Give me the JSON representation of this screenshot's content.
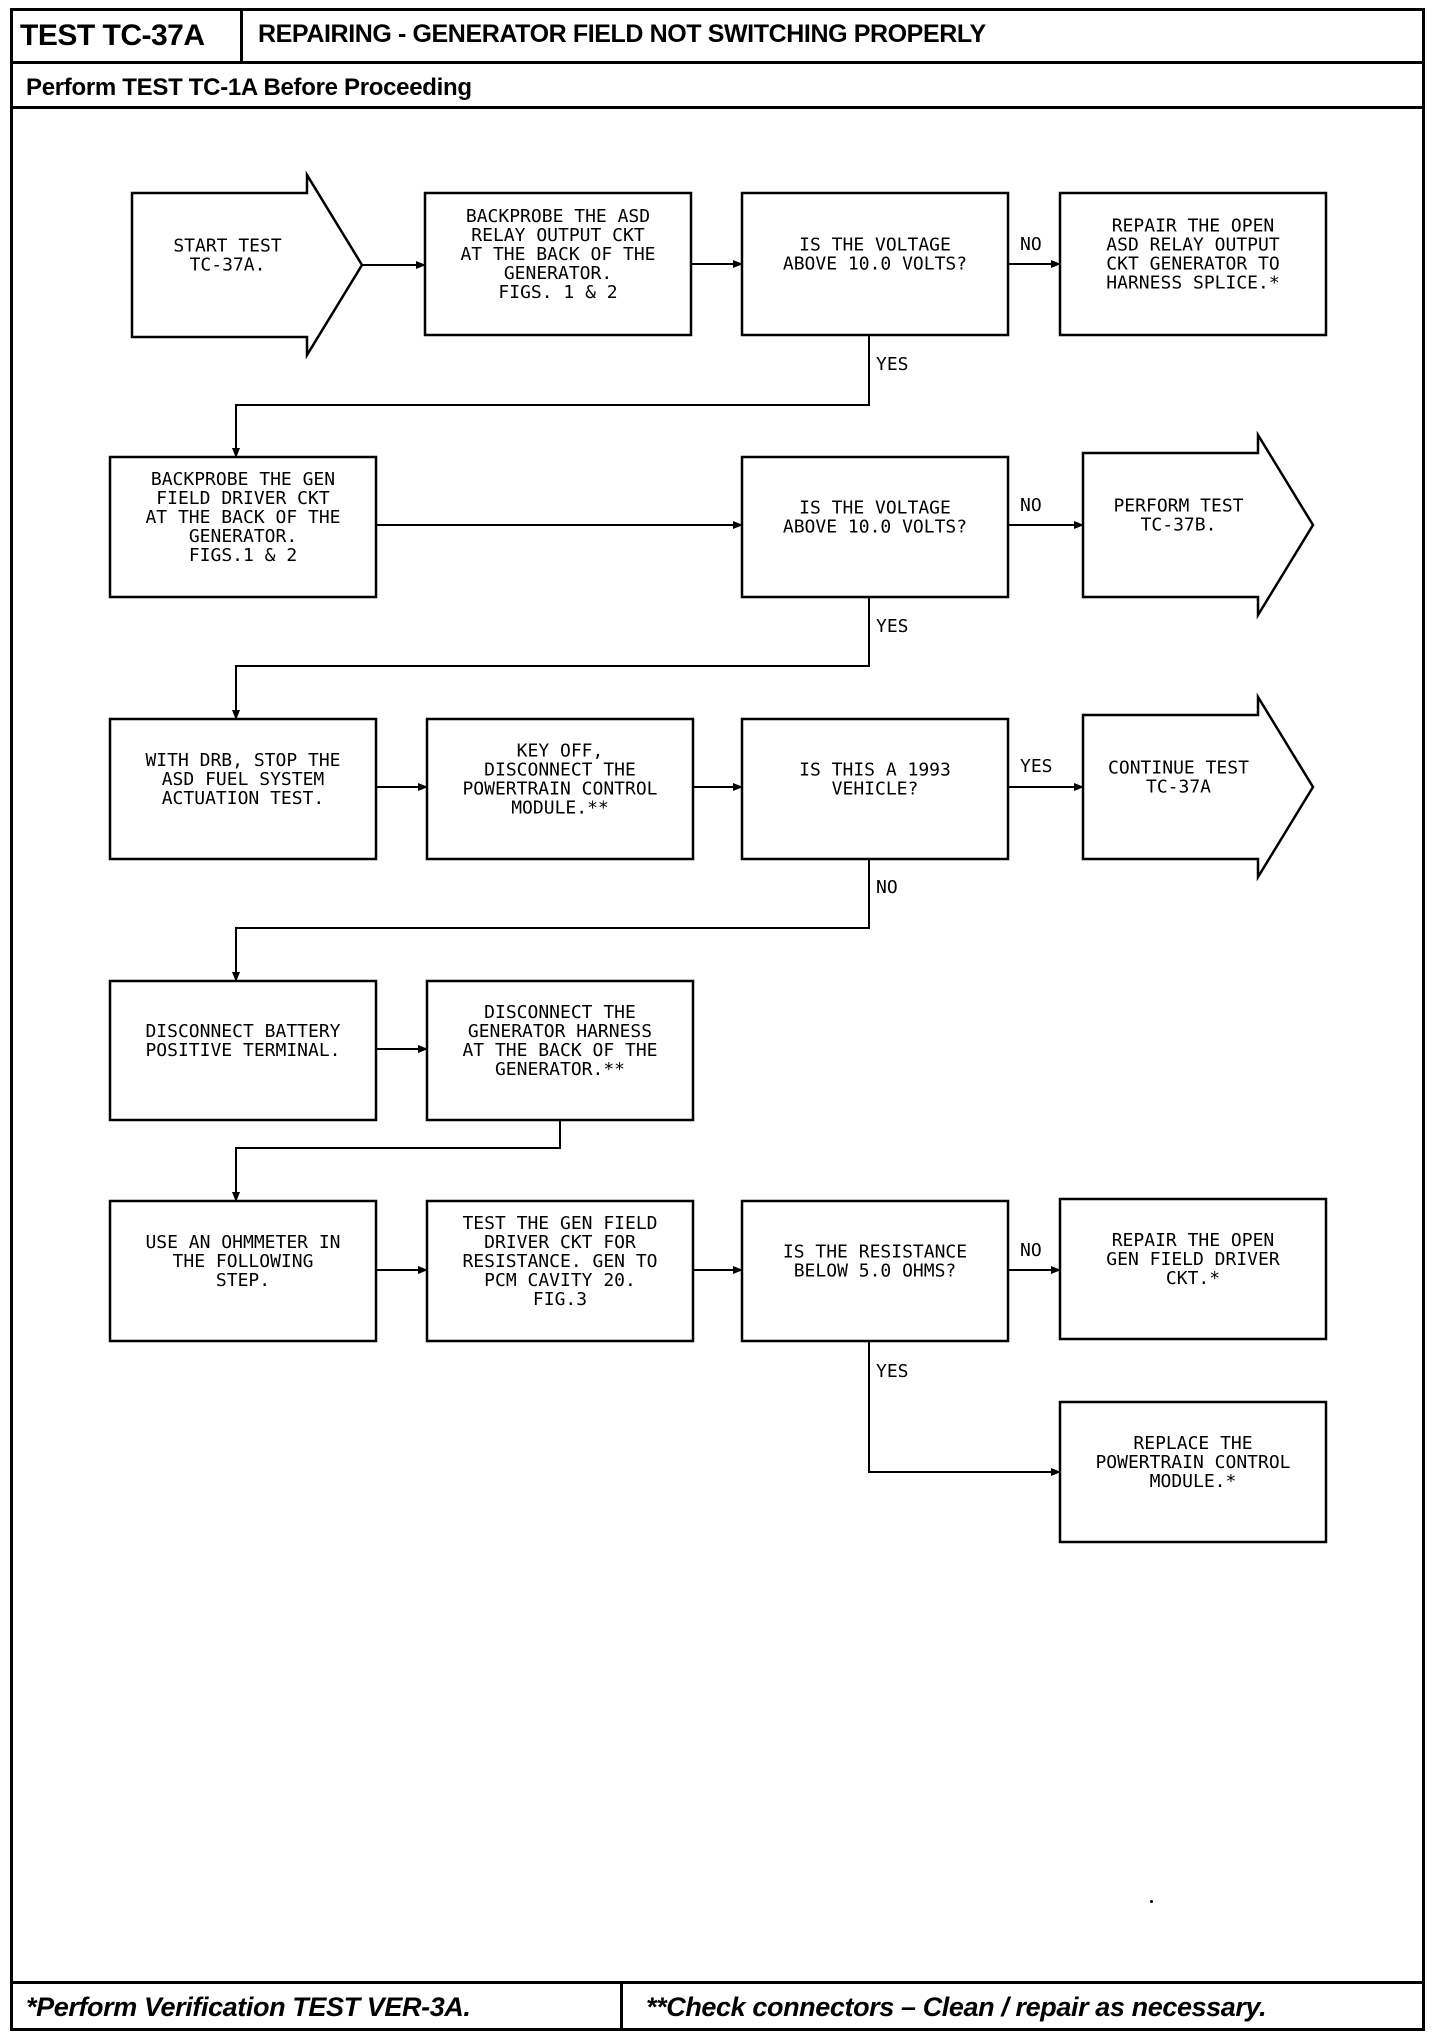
{
  "header": {
    "test_id": "TEST TC-37A",
    "title": "REPAIRING - GENERATOR FIELD NOT SWITCHING PROPERLY",
    "prerequisite": "Perform TEST TC-1A Before Proceeding"
  },
  "footer": {
    "note_single": "*Perform Verification TEST VER-3A.",
    "note_double": "**Check connectors – Clean / repair as necessary."
  },
  "flowchart": {
    "nodes": {
      "start": [
        "START TEST",
        "TC-37A."
      ],
      "backprobe_asd": [
        "BACKPROBE THE ASD",
        "RELAY OUTPUT CKT",
        "AT THE BACK OF THE",
        "GENERATOR.",
        "FIGS. 1 & 2"
      ],
      "q_voltage_1": [
        "IS THE VOLTAGE",
        "ABOVE 10.0 VOLTS?"
      ],
      "repair_asd": [
        "REPAIR THE OPEN",
        "ASD RELAY OUTPUT",
        "CKT GENERATOR TO",
        "HARNESS SPLICE.*"
      ],
      "backprobe_gen": [
        "BACKPROBE THE GEN",
        "FIELD DRIVER CKT",
        "AT THE BACK OF THE",
        "GENERATOR.",
        "FIGS.1 & 2"
      ],
      "q_voltage_2": [
        "IS THE VOLTAGE",
        "ABOVE 10.0 VOLTS?"
      ],
      "perform_37b": [
        "PERFORM TEST",
        "TC-37B."
      ],
      "drb_stop": [
        "WITH DRB, STOP THE",
        "ASD FUEL SYSTEM",
        "ACTUATION TEST."
      ],
      "key_off": [
        "KEY OFF,",
        "DISCONNECT THE",
        "POWERTRAIN CONTROL",
        "MODULE.**"
      ],
      "q_1993": [
        "IS THIS A 1993",
        "VEHICLE?"
      ],
      "continue_37a": [
        "CONTINUE TEST",
        "TC-37A"
      ],
      "disconnect_battery": [
        "DISCONNECT BATTERY",
        "POSITIVE TERMINAL."
      ],
      "disconnect_harness": [
        "DISCONNECT THE",
        "GENERATOR HARNESS",
        "AT THE BACK OF THE",
        "GENERATOR.**"
      ],
      "use_ohmmeter": [
        "USE AN OHMMETER IN",
        "THE FOLLOWING",
        "STEP."
      ],
      "test_field": [
        "TEST THE GEN FIELD",
        "DRIVER CKT FOR",
        "RESISTANCE. GEN TO",
        "PCM CAVITY 20.",
        "FIG.3"
      ],
      "q_resistance": [
        "IS THE RESISTANCE",
        "BELOW 5.0 OHMS?"
      ],
      "repair_field": [
        "REPAIR THE OPEN",
        "GEN FIELD DRIVER",
        "CKT.*"
      ],
      "replace_pcm": [
        "REPLACE THE",
        "POWERTRAIN CONTROL",
        "MODULE.*"
      ]
    },
    "edge_labels": {
      "no_1": "NO",
      "yes_1": "YES",
      "no_2": "NO",
      "yes_2": "YES",
      "yes_3": "YES",
      "no_3": "NO",
      "no_4": "NO",
      "yes_4": "YES"
    }
  }
}
